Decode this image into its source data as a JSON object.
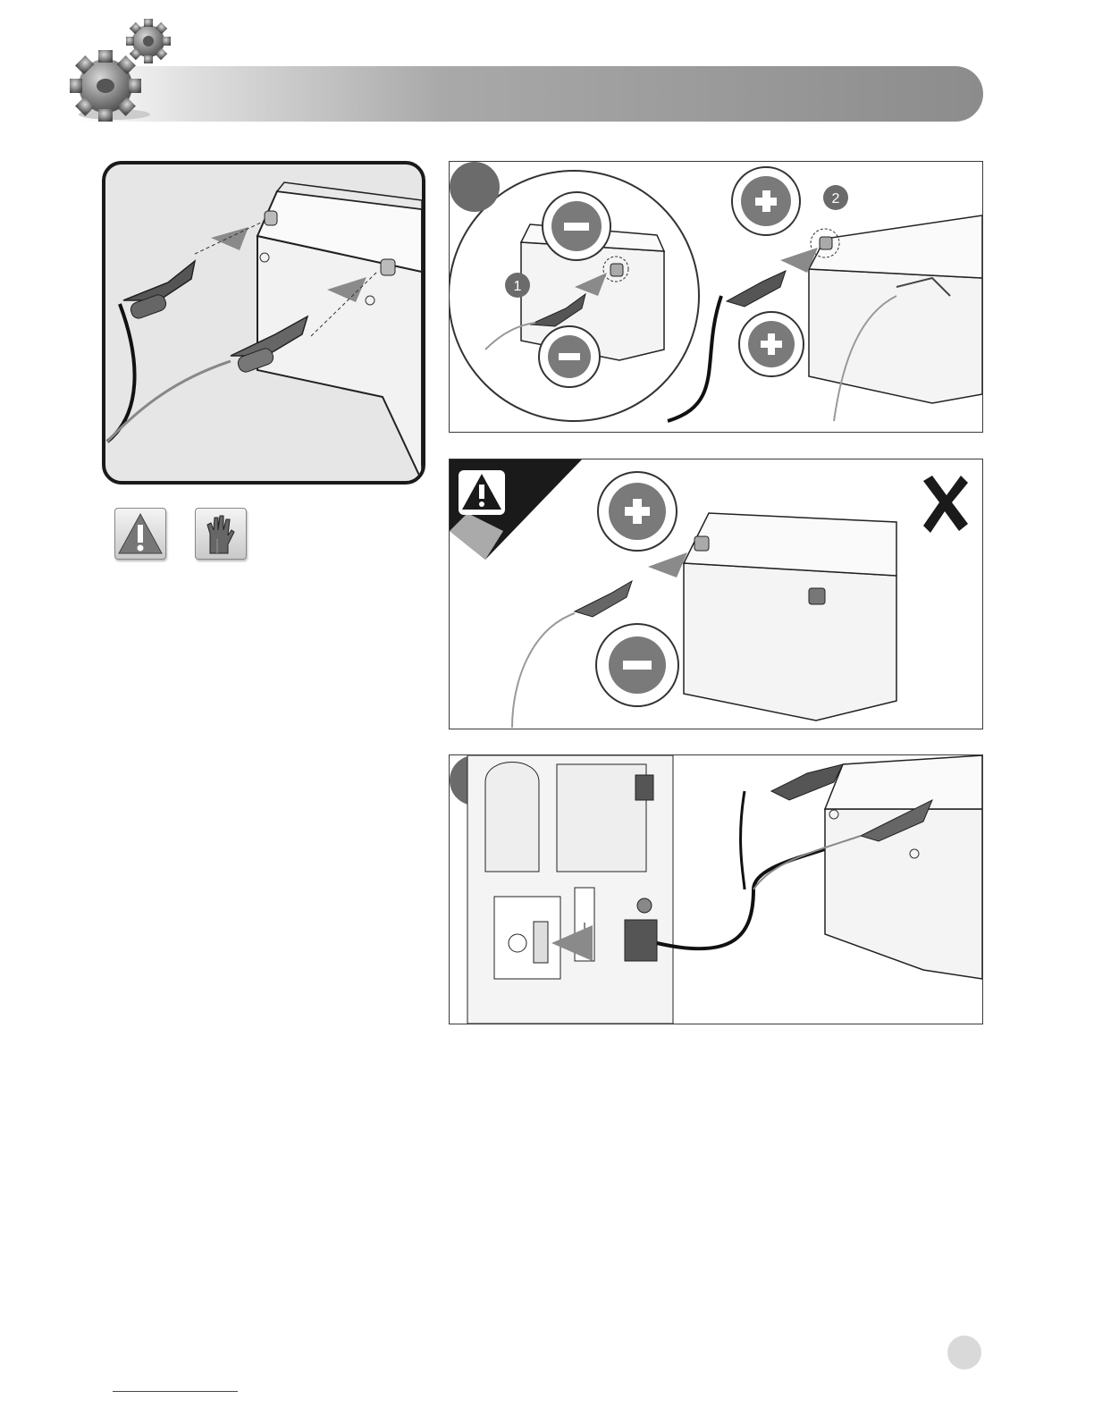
{
  "header": {
    "title": "",
    "gear_icon": "gears-icon"
  },
  "panel_main": {
    "description_icons": [
      "battery-icon",
      "clamp-icon"
    ]
  },
  "step1": {
    "badge_number": "",
    "callout_1": "1",
    "callout_2": "2",
    "minus_symbol": "−",
    "plus_symbol": "+"
  },
  "wrong": {
    "warning_icon": "warning-triangle-icon",
    "cross_icon": "cross-icon",
    "plus_symbol": "+",
    "minus_symbol": "−"
  },
  "step2": {
    "badge_number": "",
    "switch_on": "I",
    "switch_off": "O"
  },
  "side_icons": {
    "warning": "warning-triangle-icon",
    "gloves": "gloves-icon"
  },
  "page": {
    "number": ""
  },
  "colors": {
    "header_dark": "#8c8c8c",
    "badge": "#6b6b6b",
    "panel_gray": "#e6e6e6",
    "plus_minus_fill": "#7a7a7a"
  }
}
